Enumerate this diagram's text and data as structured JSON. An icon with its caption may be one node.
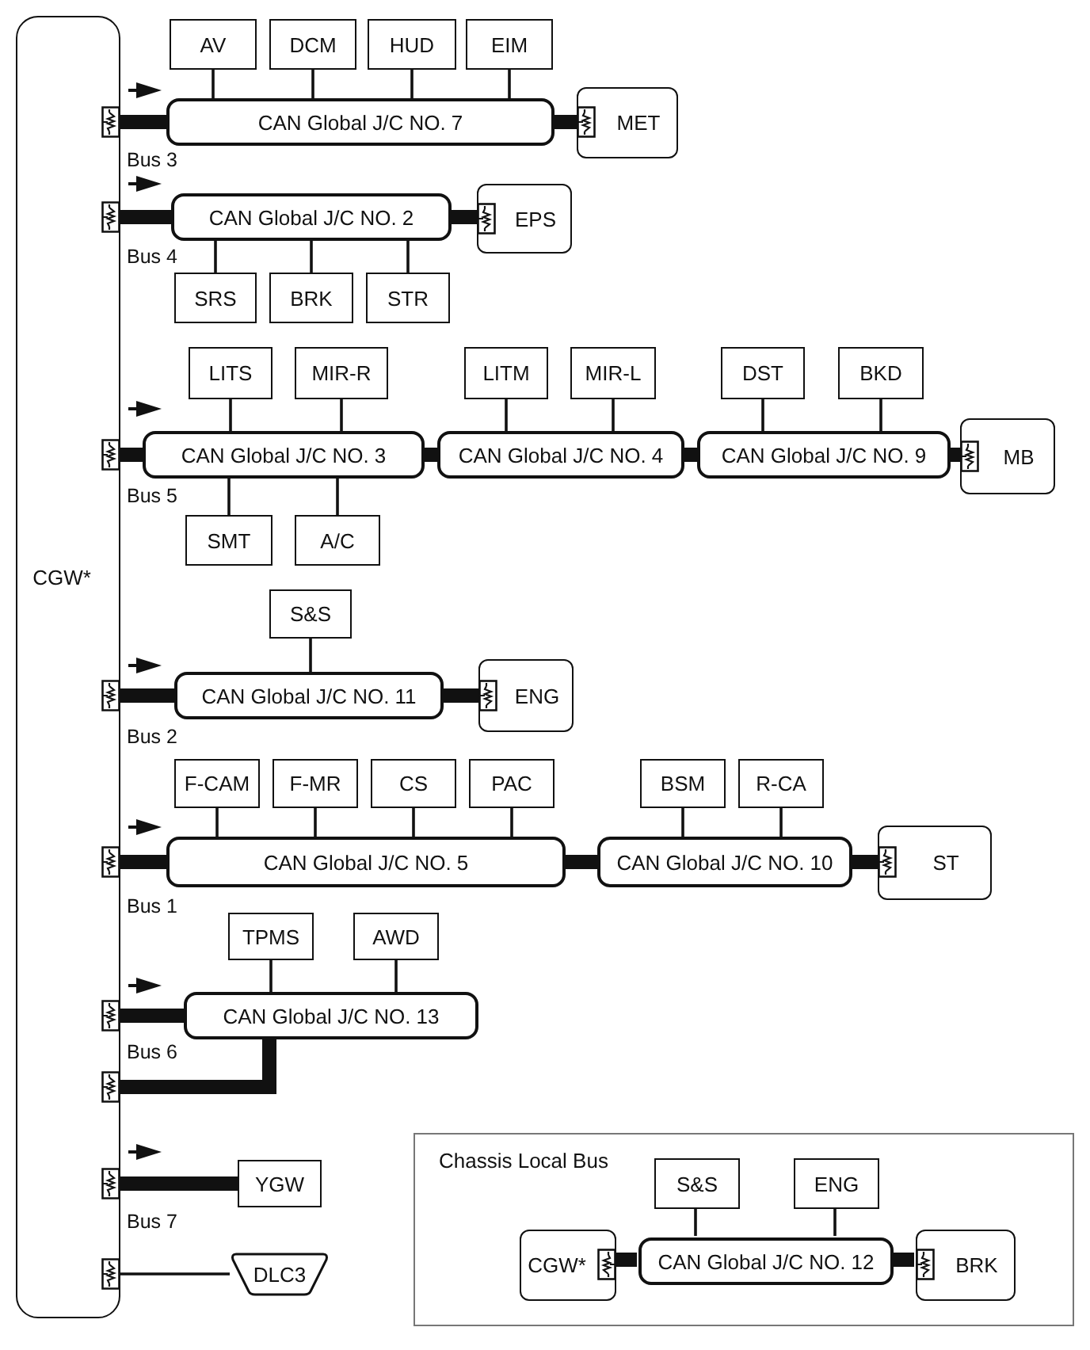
{
  "diagram": {
    "nodes": [
      {
        "text": [
          "CGW*"
        ]
      },
      {
        "text": [
          "CAN Global J/C NO. 7"
        ]
      },
      {
        "text": [
          "AV"
        ]
      },
      {
        "text": [
          "DCM"
        ]
      },
      {
        "text": [
          "HUD"
        ]
      },
      {
        "text": [
          "EIM"
        ]
      },
      {
        "text": [
          "MET"
        ]
      },
      {
        "text": [
          "CAN Global J/C NO. 2"
        ]
      },
      {
        "text": [
          "EPS"
        ]
      },
      {
        "text": [
          "SRS"
        ]
      },
      {
        "text": [
          "BRK"
        ]
      },
      {
        "text": [
          "STR"
        ]
      },
      {
        "text": [
          "LITS"
        ]
      },
      {
        "text": [
          "MIR-R"
        ]
      },
      {
        "text": [
          "LITM"
        ]
      },
      {
        "text": [
          "MIR-L"
        ]
      },
      {
        "text": [
          "DST"
        ]
      },
      {
        "text": [
          "BKD"
        ]
      },
      {
        "text": [
          "CAN Global J/C NO. 3"
        ]
      },
      {
        "text": [
          "CAN Global J/C NO. 4"
        ]
      },
      {
        "text": [
          "CAN Global J/C NO. 9"
        ]
      },
      {
        "text": [
          "MB"
        ]
      },
      {
        "text": [
          "SMT"
        ]
      },
      {
        "text": [
          "A/C"
        ]
      },
      {
        "text": [
          "S&S"
        ]
      },
      {
        "text": [
          "CAN Global J/C NO. 11"
        ]
      },
      {
        "text": [
          "ENG"
        ]
      },
      {
        "text": [
          "F-CAM"
        ]
      },
      {
        "text": [
          "F-MR"
        ]
      },
      {
        "text": [
          "CS"
        ]
      },
      {
        "text": [
          "PAC"
        ]
      },
      {
        "text": [
          "BSM"
        ]
      },
      {
        "text": [
          "R-CA"
        ]
      },
      {
        "text": [
          "CAN Global J/C NO. 5"
        ]
      },
      {
        "text": [
          "CAN Global J/C NO. 10"
        ]
      },
      {
        "text": [
          "ST"
        ]
      },
      {
        "text": [
          "TPMS"
        ]
      },
      {
        "text": [
          "AWD"
        ]
      },
      {
        "text": [
          "CAN Global J/C NO. 13"
        ]
      },
      {
        "text": [
          "YGW"
        ]
      },
      {
        "text": [
          "DLC3"
        ]
      },
      {
        "text": [
          "Chassis Local Bus"
        ]
      },
      {
        "text": [
          "S&S"
        ],
        "in": 41
      },
      {
        "text": [
          "ENG"
        ],
        "in": 41
      },
      {
        "text": [
          "CGW*"
        ],
        "in": 41
      },
      {
        "text": [
          "CAN Global J/C NO. 12"
        ],
        "in": 41
      },
      {
        "text": [
          "BRK"
        ],
        "in": 41
      }
    ],
    "edges": [
      {
        "from": 1,
        "to": 0,
        "arrow": "other",
        "style": "thick"
      },
      {
        "from": 2,
        "to": 1,
        "arrow": "none"
      },
      {
        "from": 3,
        "to": 1,
        "arrow": "none"
      },
      {
        "from": 4,
        "to": 1,
        "arrow": "none"
      },
      {
        "from": 5,
        "to": 1,
        "arrow": "none"
      },
      {
        "from": 1,
        "to": 6,
        "arrow": "none",
        "style": "thick"
      },
      {
        "from": 7,
        "to": 0,
        "arrow": "other",
        "style": "thick"
      },
      {
        "from": 7,
        "to": 8,
        "arrow": "none",
        "style": "thick"
      },
      {
        "from": 7,
        "to": 9,
        "arrow": "none"
      },
      {
        "from": 7,
        "to": 10,
        "arrow": "none"
      },
      {
        "from": 7,
        "to": 11,
        "arrow": "none"
      },
      {
        "from": 18,
        "to": 0,
        "arrow": "other",
        "style": "thick"
      },
      {
        "from": 12,
        "to": 18,
        "arrow": "none"
      },
      {
        "from": 13,
        "to": 18,
        "arrow": "none"
      },
      {
        "from": 18,
        "to": 19,
        "arrow": "none",
        "style": "thick"
      },
      {
        "from": 14,
        "to": 19,
        "arrow": "none"
      },
      {
        "from": 15,
        "to": 19,
        "arrow": "none"
      },
      {
        "from": 19,
        "to": 20,
        "arrow": "none",
        "style": "thick"
      },
      {
        "from": 16,
        "to": 20,
        "arrow": "none"
      },
      {
        "from": 17,
        "to": 20,
        "arrow": "none"
      },
      {
        "from": 20,
        "to": 21,
        "arrow": "none",
        "style": "thick"
      },
      {
        "from": 18,
        "to": 22,
        "arrow": "none"
      },
      {
        "from": 18,
        "to": 23,
        "arrow": "none"
      },
      {
        "from": 25,
        "to": 0,
        "arrow": "other",
        "style": "thick"
      },
      {
        "from": 24,
        "to": 25,
        "arrow": "none"
      },
      {
        "from": 25,
        "to": 26,
        "arrow": "none",
        "style": "thick"
      },
      {
        "from": 33,
        "to": 0,
        "arrow": "other",
        "style": "thick"
      },
      {
        "from": 27,
        "to": 33,
        "arrow": "none"
      },
      {
        "from": 28,
        "to": 33,
        "arrow": "none"
      },
      {
        "from": 29,
        "to": 33,
        "arrow": "none"
      },
      {
        "from": 30,
        "to": 33,
        "arrow": "none"
      },
      {
        "from": 33,
        "to": 34,
        "arrow": "none",
        "style": "thick"
      },
      {
        "from": 31,
        "to": 34,
        "arrow": "none"
      },
      {
        "from": 32,
        "to": 34,
        "arrow": "none"
      },
      {
        "from": 34,
        "to": 35,
        "arrow": "none",
        "style": "thick"
      },
      {
        "from": 38,
        "to": 0,
        "arrow": "other",
        "style": "thick"
      },
      {
        "from": 38,
        "to": 0,
        "arrow": "other",
        "style": "thick"
      },
      {
        "from": 36,
        "to": 38,
        "arrow": "none"
      },
      {
        "from": 37,
        "to": 38,
        "arrow": "none"
      },
      {
        "from": 39,
        "to": 0,
        "arrow": "other",
        "style": "thick"
      },
      {
        "from": 40,
        "to": 0,
        "arrow": "other"
      },
      {
        "from": 44,
        "to": 45,
        "arrow": "none",
        "style": "thick"
      },
      {
        "from": 42,
        "to": 45,
        "arrow": "none"
      },
      {
        "from": 43,
        "to": 45,
        "arrow": "none"
      },
      {
        "from": 45,
        "to": 46,
        "arrow": "none",
        "style": "thick"
      }
    ],
    "labels": [
      "Bus 3",
      "Bus 4",
      "Bus 5",
      "Bus 2",
      "Bus 1",
      "Bus 6",
      "Bus 7"
    ]
  }
}
